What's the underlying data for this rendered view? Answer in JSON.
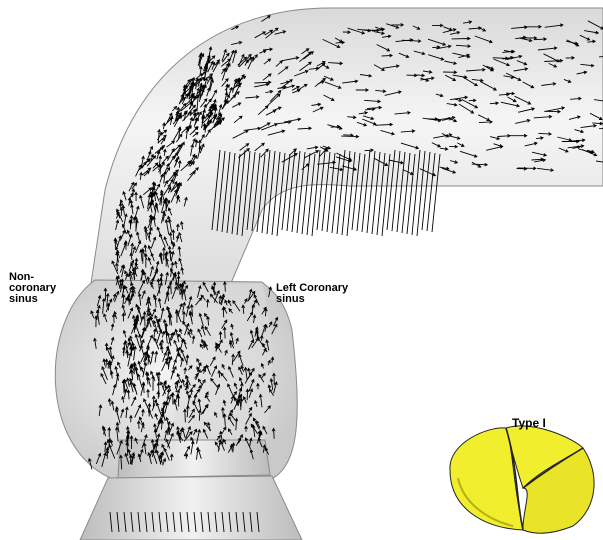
{
  "labels": {
    "non_coronary_sinus": "Non-coronary sinus",
    "left_coronary_sinus": "Left Coronary sinus",
    "valve_type": "Type I"
  },
  "colors": {
    "vessel_fill": "#e9e9e9",
    "vessel_edge": "#7a7a7a",
    "vector": "#000000",
    "valve_leaflet": "#f2ef2a",
    "valve_shade": "#c9c414"
  },
  "icons": {
    "valve_thumbnail": "trileaflet-valve-icon"
  }
}
